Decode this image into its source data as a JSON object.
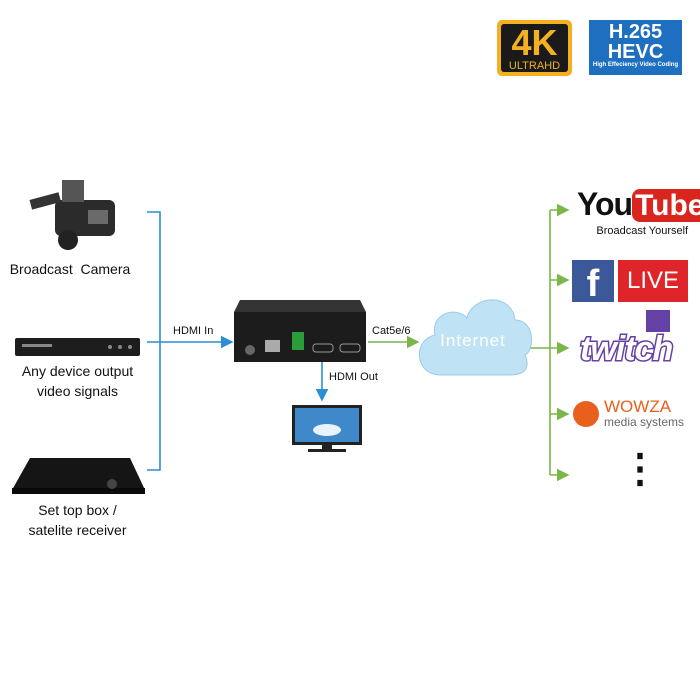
{
  "badges": {
    "k4_main": "4K",
    "k4_sub": "ULTRAHD",
    "hevc_l1": "H.265",
    "hevc_l2": "HEVC",
    "hevc_sub": "High Effeciency Video Coding"
  },
  "sources": [
    {
      "label": "Broadcast  Camera"
    },
    {
      "label_l1": "Any device output",
      "label_l2": "video signals"
    },
    {
      "label_l1": "Set top box /",
      "label_l2": "satelite receiver"
    }
  ],
  "links": {
    "hdmi_in": "HDMI In",
    "hdmi_out": "HDMI Out",
    "cat": "Cat5e/6"
  },
  "cloud": "Internet",
  "platforms": {
    "youtube_you": "You",
    "youtube_tube": "Tube",
    "youtube_tag": "Broadcast Yourself",
    "fb": "f",
    "live": "LIVE",
    "twitch": "twitch",
    "wowza": "WOWZA",
    "wowza_sub": "media systems",
    "more": "⋮"
  },
  "colors": {
    "blue": "#2a8fd6",
    "green": "#7ab648",
    "youtube_red": "#d9251d",
    "fb_blue": "#3b5998",
    "twitch": "#6441a5",
    "wowza": "#e8601c"
  }
}
